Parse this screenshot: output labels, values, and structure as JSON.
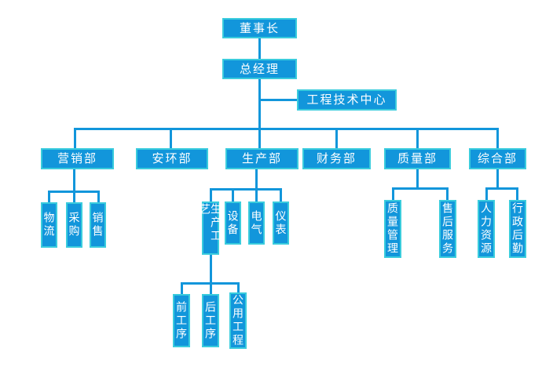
{
  "diagram": {
    "type": "org-chart",
    "background_color": "#ffffff",
    "node_fill_color": "#1296db",
    "node_border_color": "#3accdd",
    "connector_color": "#1296db",
    "text_color": "#ffffff"
  },
  "nodes": {
    "chairman": {
      "label": "董事长"
    },
    "general_manager": {
      "label": "总经理"
    },
    "engineering_center": {
      "label": "工程技术中心"
    },
    "marketing_dept": {
      "label": "营销部"
    },
    "safety_env_dept": {
      "label": "安环部"
    },
    "production_dept": {
      "label": "生产部"
    },
    "finance_dept": {
      "label": "财务部"
    },
    "quality_dept": {
      "label": "质量部"
    },
    "general_affairs_dept": {
      "label": "综合部"
    },
    "logistics": {
      "label": "物流"
    },
    "purchasing": {
      "label": "采购"
    },
    "sales": {
      "label": "销售"
    },
    "production_process": {
      "label": "生产工艺"
    },
    "equipment": {
      "label": "设备"
    },
    "electrical": {
      "label": "电气"
    },
    "instrumentation": {
      "label": "仪表"
    },
    "front_process": {
      "label": "前工序"
    },
    "back_process": {
      "label": "后工序"
    },
    "utility_engineering": {
      "label": "公用工程"
    },
    "quality_management": {
      "label": "质量管理"
    },
    "after_sales_service": {
      "label": "售后服务"
    },
    "human_resources": {
      "label": "人力资源"
    },
    "admin_logistics": {
      "label": "行政后勤"
    }
  },
  "hierarchy": {
    "董事长": [
      "总经理"
    ],
    "总经理": [
      "工程技术中心",
      "营销部",
      "安环部",
      "生产部",
      "财务部",
      "质量部",
      "综合部"
    ],
    "营销部": [
      "物流",
      "采购",
      "销售"
    ],
    "生产部": [
      "生产工艺",
      "设备",
      "电气",
      "仪表"
    ],
    "生产工艺": [
      "前工序",
      "后工序",
      "公用工程"
    ],
    "质量部": [
      "质量管理",
      "售后服务"
    ],
    "综合部": [
      "人力资源",
      "行政后勤"
    ]
  }
}
